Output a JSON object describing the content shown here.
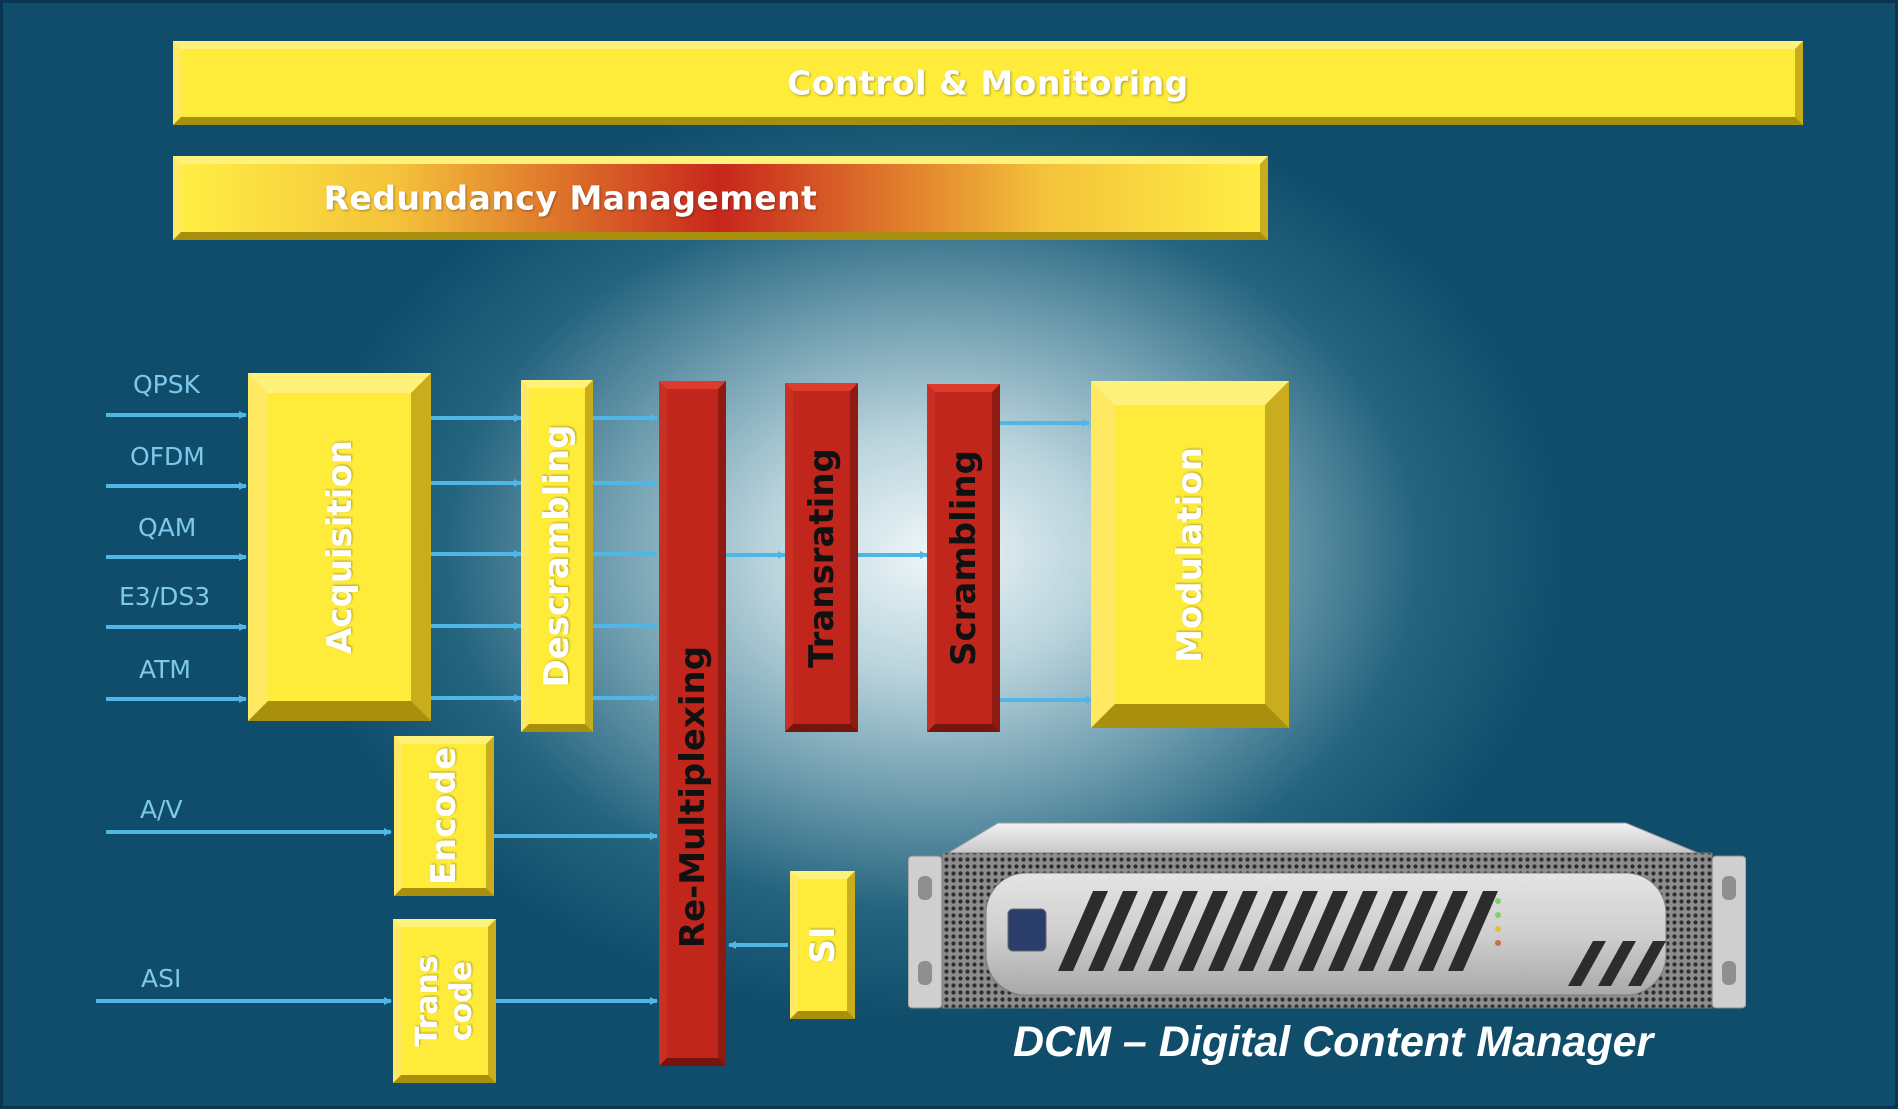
{
  "top_bars": {
    "control_monitoring": "Control & Monitoring",
    "redundancy_management": "Redundancy Management"
  },
  "inputs": {
    "qpsk": "QPSK",
    "ofdm": "OFDM",
    "qam": "QAM",
    "e3ds3": "E3/DS3",
    "atm": "ATM",
    "av": "A/V",
    "asi": "ASI"
  },
  "blocks": {
    "acquisition": "Acquisition",
    "descrambling": "Descrambling",
    "remultiplexing": "Re-Multiplexing",
    "transrating": "Transrating",
    "scrambling": "Scrambling",
    "modulation": "Modulation",
    "encode": "Encode",
    "transcode_line1": "Trans",
    "transcode_line2": "code",
    "si": "SI"
  },
  "caption": "DCM – Digital Content Manager",
  "colors": {
    "yellow_block": "#ffec3a",
    "red_block": "#c0261c",
    "arrow": "#4fb6e6",
    "input_label": "#7ec8ec"
  }
}
